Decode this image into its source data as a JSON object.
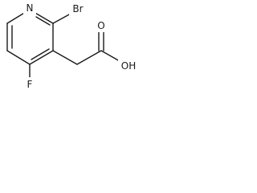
{
  "molecule": {
    "atoms": {
      "n": "N",
      "br": "Br",
      "f": "F",
      "o": "O",
      "oh": "OH"
    },
    "colors": {
      "bond": "#1a1a1a",
      "label": "#1a1a1a",
      "background": "#ffffff"
    }
  }
}
